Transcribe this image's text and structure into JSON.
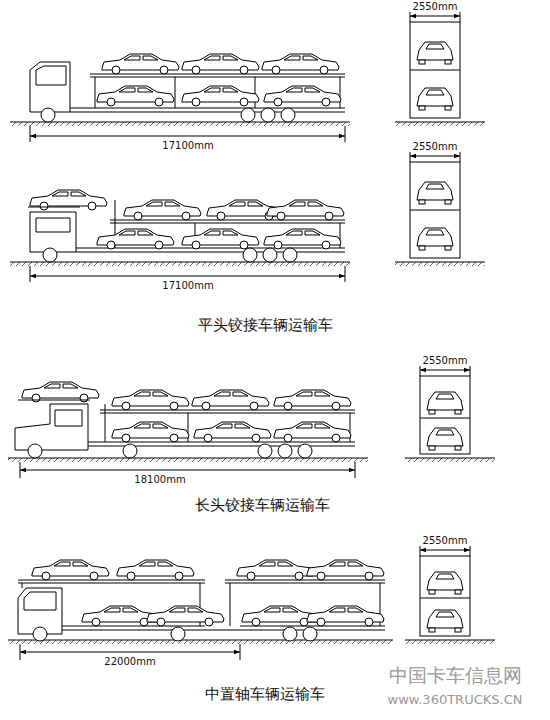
{
  "diagram": {
    "labels": [
      "2550mm",
      "17100mm",
      "2550mm",
      "17100mm",
      "平头铰接车辆运输车",
      "2550mm",
      "18100mm",
      "长头铰接车辆运输车",
      "2550mm",
      "22000mm",
      "中置轴车辆运输车",
      "中国卡车信息网",
      "www.360TRUCKS.CN"
    ]
  }
}
